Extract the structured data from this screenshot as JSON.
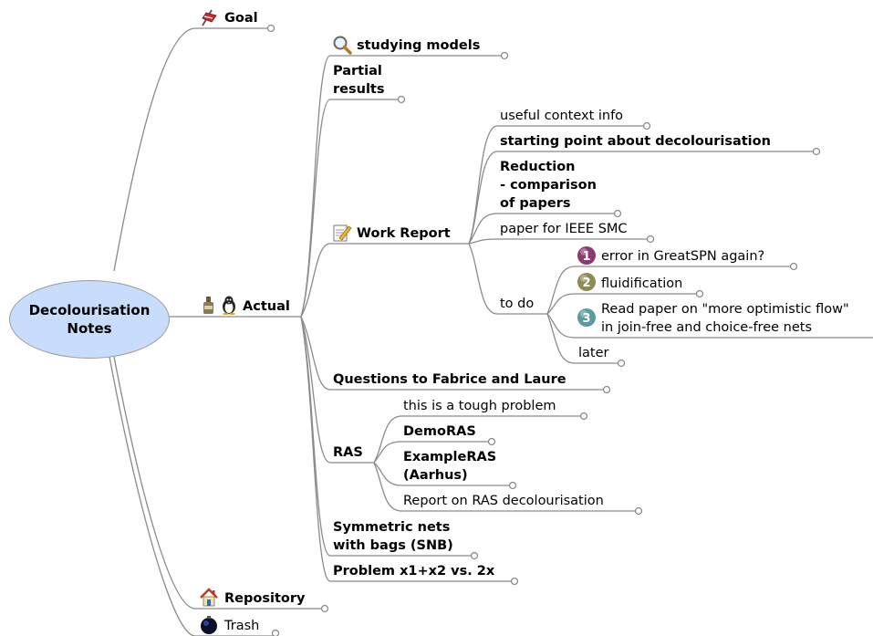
{
  "root": {
    "line1": "Decolourisation",
    "line2": "Notes"
  },
  "topics": {
    "goal": "Goal",
    "actual": "Actual",
    "repository": "Repository",
    "trash": "Trash",
    "studying_models": "studying models",
    "partial_results": [
      "Partial",
      "results"
    ],
    "work_report": "Work Report",
    "questions": "Questions to Fabrice and Laure",
    "ras": "RAS",
    "snb": [
      "Symmetric nets",
      "with bags (SNB)"
    ],
    "problem": "Problem x1+x2 vs. 2x",
    "useful_context": "useful context info",
    "starting_point": "starting point about decolourisation",
    "reduction": [
      "Reduction",
      "- comparison",
      "of papers"
    ],
    "paper_ieee": "paper for IEEE SMC",
    "to_do": "to do",
    "todo_error": "error in GreatSPN again?",
    "todo_fluid": "fluidification",
    "todo_read": [
      "Read paper on \"more optimistic flow\"",
      "in join-free and choice-free nets"
    ],
    "todo_later": "later",
    "ras_tough": "this is a tough problem",
    "ras_demo": "DemoRAS",
    "ras_example": [
      "ExampleRAS",
      "(Aarhus)"
    ],
    "ras_report": "Report on RAS decolourisation"
  },
  "priorities": {
    "p1": "1",
    "p2": "2",
    "p3": "3"
  },
  "icons": {
    "goal": "flag-icon",
    "actual_1": "bottle-icon",
    "actual_2": "penguin-icon",
    "studying_models": "magnifier-icon",
    "work_report": "notepad-pencil-icon",
    "repository": "house-icon",
    "trash": "bomb-icon"
  },
  "colors": {
    "line": "#8a8a8a",
    "root_fill": "#c8dcfb",
    "priority1": "#8e3a6e",
    "priority2": "#8c8a55",
    "priority3": "#5a9aa0"
  }
}
